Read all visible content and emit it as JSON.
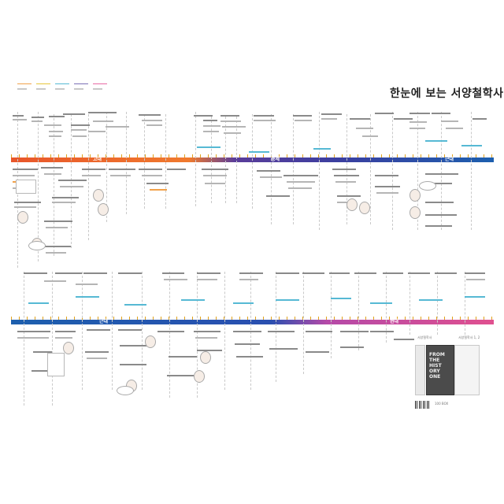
{
  "poster": {
    "title": "한눈에 보는 서양철학사",
    "legend": {
      "colors": [
        "#f1a24b",
        "#e6c53b",
        "#56b9d4",
        "#7c6fb6",
        "#e86aa4"
      ]
    },
    "timeline_top": {
      "eras": [
        {
          "label": "고대",
          "color": "#e8562a"
        },
        {
          "label": "중세",
          "color": "#5a3d9a"
        },
        {
          "label": "근대",
          "color": "#1d5fae"
        }
      ]
    },
    "timeline_bottom": {
      "eras": [
        {
          "label": "근대",
          "color": "#1d5fae"
        },
        {
          "label": "현대",
          "color": "#e0508f"
        }
      ]
    },
    "book": {
      "cover_title": "FROM\nTHE\nHIST\nORY\nONE",
      "caption_left": "서양철학사",
      "caption_right": "서양철학사 1, 2",
      "small_label": "100 BOX"
    }
  }
}
